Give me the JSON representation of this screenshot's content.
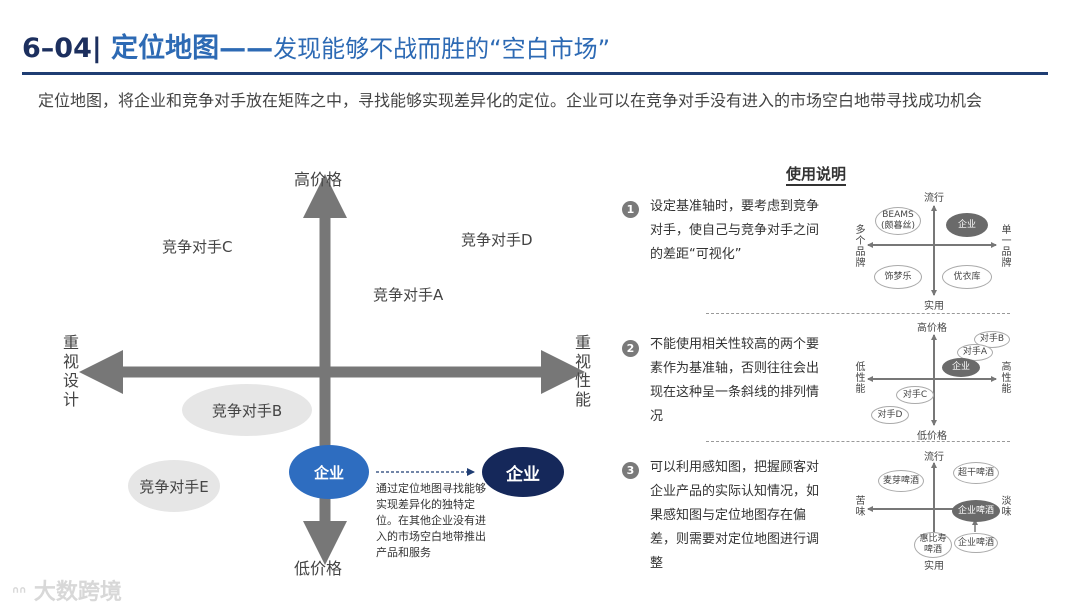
{
  "header": {
    "code": "6–04|",
    "main": "定位地图——",
    "sub": "发现能够不战而胜的“空白市场”"
  },
  "description": "定位地图，将企业和竞争对手放在矩阵之中，寻找能够实现差异化的定位。企业可以在竞争对手没有进入的市场空白地带寻找成功机会",
  "diagram": {
    "top_label": "高价格",
    "bottom_label": "低价格",
    "left_label": [
      "重",
      "视",
      "设",
      "计"
    ],
    "right_label": [
      "重",
      "视",
      "性",
      "能"
    ],
    "competitors": {
      "a": "竞争对手A",
      "b": "竞争对手B",
      "c": "竞争对手C",
      "d": "竞争对手D",
      "e": "竞争对手E"
    },
    "company": "企业",
    "company_target": "企业",
    "note": "通过定位地图寻找能够实现差异化的独特定位。在其他企业没有进入的市场空白地带推出产品和服务",
    "colors": {
      "axis": "#777777",
      "company": "#2e6dc0",
      "target": "#15285a",
      "ellipse": "#e6e6e6"
    }
  },
  "usage": {
    "title": "使用说明",
    "steps": [
      {
        "num": "1",
        "text": "设定基准轴时，要考虑到竞争对手，使自己与竞争对手之间的差距“可视化”"
      },
      {
        "num": "2",
        "text": "不能使用相关性较高的两个要素作为基准轴，否则往往会出现在这种呈一条斜线的排列情况"
      },
      {
        "num": "3",
        "text": "可以利用感知图，把握顾客对企业产品的实际认知情况，如果感知图与定位地图存在偏差，则需要对定位地图进行调整"
      }
    ],
    "mini1": {
      "top": "流行",
      "bottom": "实用",
      "left": [
        "多",
        "个",
        "品",
        "牌"
      ],
      "right": [
        "单",
        "一",
        "品",
        "牌"
      ],
      "items": {
        "beams": "BEAMS\n(颇暮丝)",
        "company": "企业",
        "left_bottom": "饰梦乐",
        "right_bottom": "优衣库"
      }
    },
    "mini2": {
      "top": "高价格",
      "bottom": "低价格",
      "left": [
        "低",
        "性",
        "能"
      ],
      "right": [
        "高",
        "性",
        "能"
      ],
      "items": {
        "b": "对手B",
        "a": "对手A",
        "company": "企业",
        "c": "对手C",
        "d": "对手D"
      }
    },
    "mini3": {
      "top": "流行",
      "bottom": "实用",
      "left": [
        "苦",
        "味"
      ],
      "right": [
        "淡",
        "味"
      ],
      "items": {
        "maiya": "麦芽啤酒",
        "chaogan": "超干啤酒",
        "company_beer": "企业啤酒",
        "huibishou": "惠比寿\n啤酒",
        "company_beer2": "企业啤酒"
      }
    }
  },
  "watermark": "大数跨境"
}
